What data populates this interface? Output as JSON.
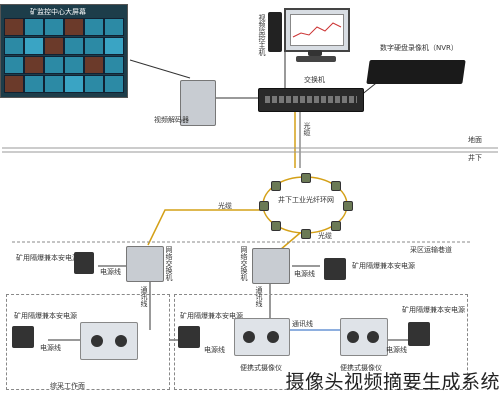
{
  "labels": {
    "video_wall": "矿监控中心大屏幕",
    "host": "视频监控主机",
    "nvr": "数字硬盘录像机（NVR）",
    "decoder": "视频解码器",
    "switch": "交换机",
    "fiber_top": "光缆",
    "ground": "地面",
    "underground": "井下",
    "ring": "井下工业光纤环网",
    "fiber_left": "光缆",
    "fiber_right": "光缆",
    "roadway": "采区运输巷道",
    "sw_left": "网络交换机",
    "sw_right": "网络交换机",
    "cam_l1": "矿用隔爆兼本安电源",
    "cam_l2": "矿用隔爆兼本安电源",
    "cam_r1": "矿用隔爆兼本安电源",
    "cam_r2": "矿用隔爆兼本安电源",
    "cam_r3": "矿用隔爆兼本安电源",
    "psu_line": "电源线",
    "psu_line2": "电源线",
    "psu_line3": "电源线",
    "psu_line4": "电源线",
    "psu_line5": "电源线",
    "comm_line": "通讯线",
    "comm_line2": "通讯线",
    "comm_line3": "通讯线",
    "bottom_l": "综采工作面",
    "bottom_r1": "便携式摄像仪",
    "bottom_r2": "便携式摄像仪"
  },
  "footer": "摄像头视频摘要生成系统"
}
